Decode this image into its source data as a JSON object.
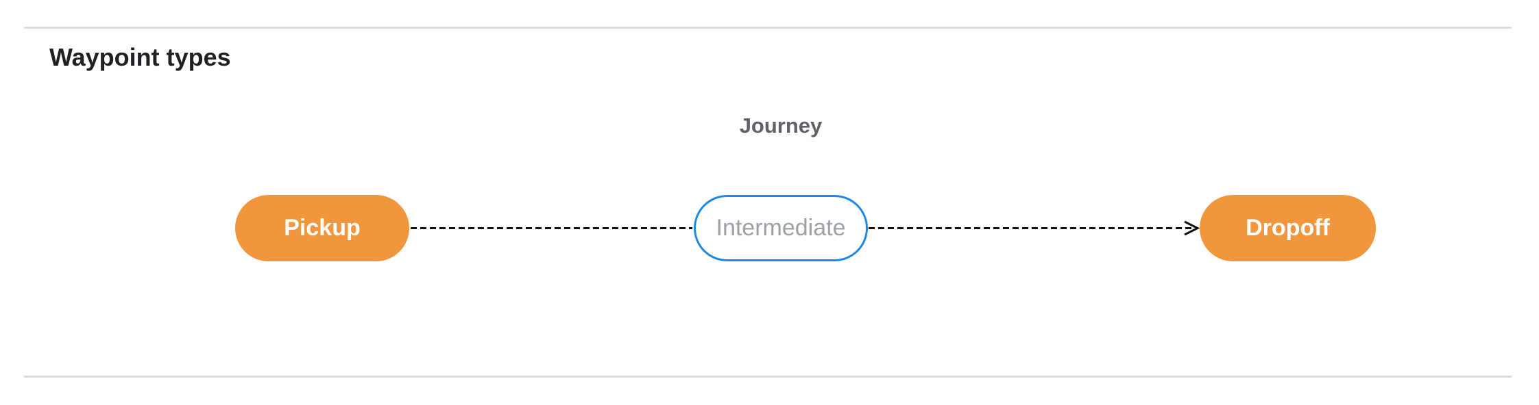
{
  "page": {
    "heading": "Waypoint types"
  },
  "diagram": {
    "title": "Journey",
    "nodes": [
      {
        "label": "Pickup",
        "type": "terminal"
      },
      {
        "label": "Intermediate",
        "type": "intermediate"
      },
      {
        "label": "Dropoff",
        "type": "terminal"
      }
    ],
    "colors": {
      "terminal_fill": "#F0973E",
      "terminal_text": "#FFFFFF",
      "intermediate_border": "#1E88E5",
      "intermediate_text": "#9AA0A6",
      "connector": "#111111",
      "journey_label": "#5F6368",
      "heading_text": "#202124",
      "divider": "#DADCE0",
      "background": "#FFFFFF"
    }
  }
}
